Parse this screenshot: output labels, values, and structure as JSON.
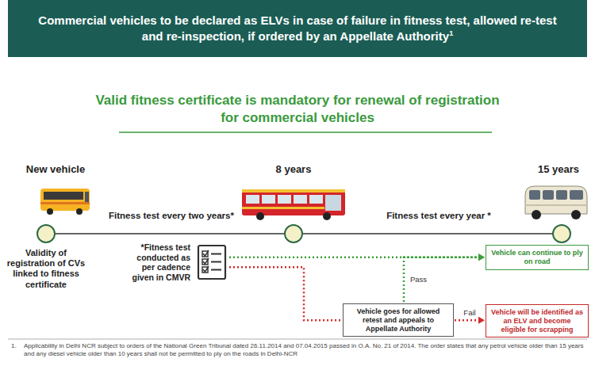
{
  "diagram": {
    "title": "Commercial vehicles to be declared as ELVs in case of failure in fitness test, allowed re-test and re-inspection, if ordered by an Appellate Authority",
    "nodes": [
      {
        "text": [
          "*Fitness test conducted as per cadence given in CMVR"
        ]
      },
      {
        "text": [
          "Vehicle can continue to ply on road"
        ]
      },
      {
        "text": [
          "Vehicle goes for allowed retest and appeals to Appellate Authority"
        ]
      },
      {
        "text": [
          "Vehicle will be identified as an ELV and become eligible for scrapping"
        ]
      }
    ],
    "edges": [
      {
        "from": 0,
        "to": 1,
        "arrow": "to"
      },
      {
        "from": 0,
        "to": 2,
        "arrow": "none"
      },
      {
        "from": 2,
        "to": 1,
        "arrow": "to",
        "label": "Pass"
      },
      {
        "from": 2,
        "to": 3,
        "arrow": "to",
        "label": "Fail"
      }
    ],
    "labels": [
      "Valid fitness certificate is mandatory for renewal of registration for commercial vehicles",
      "1",
      "New vehicle",
      "8 years",
      "15 years",
      "Fitness test every two years*",
      "Fitness test every year *",
      "Validity of registration of CVs linked to fitness certificate",
      "1.",
      "Applicability in Delhi NCR subject to orders of the National Green Tribunal dated 26.11.2014 and 07.04.2015 passed in O.A. No. 21 of 2014. The order states that any petrol vehicle older than 15 years and any diesel vehicle older than 10 years shall not be permitted to ply on the roads in Delhi-NCR"
    ]
  }
}
